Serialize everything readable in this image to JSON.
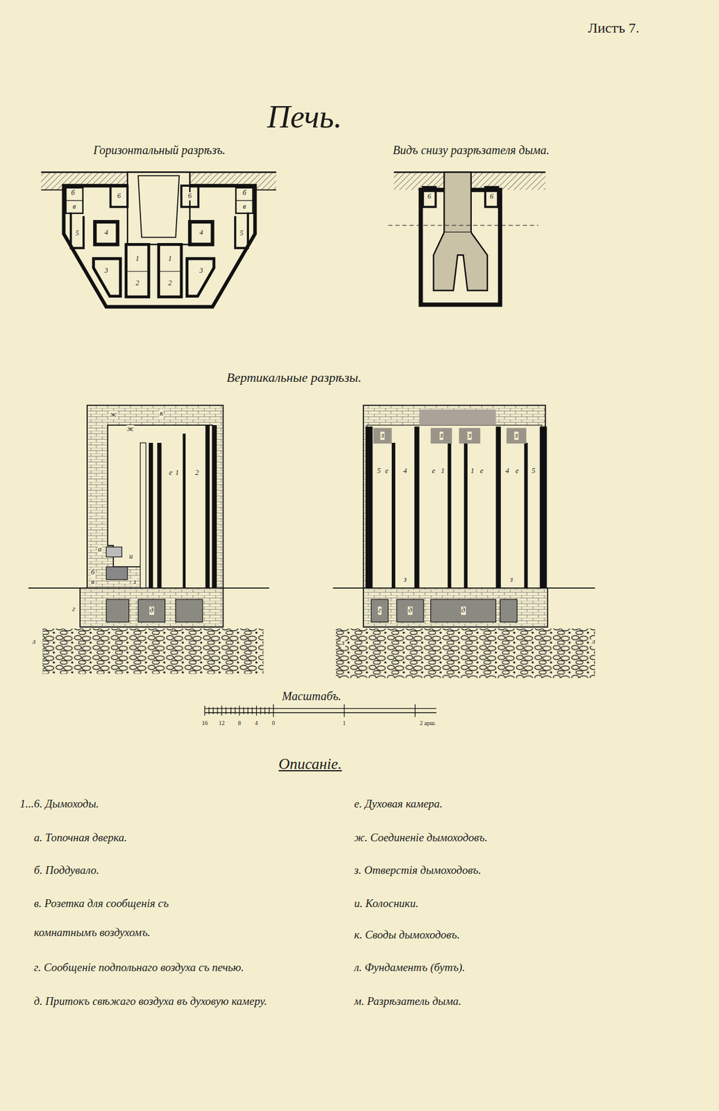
{
  "diagram": {
    "title": "Печь.",
    "labels": [
      "Листъ 7.",
      "Горизонтальный разрѣзъ.",
      "Видъ снизу разрѣзателя дыма.",
      "Вертикальные разрѣзы.",
      "б",
      "в",
      "6",
      "6",
      "б",
      "в",
      "5",
      "4",
      "4",
      "5",
      "1",
      "1",
      "2",
      "2",
      "3",
      "3",
      "6",
      "6",
      "ж",
      "к",
      "ж",
      "е",
      "1",
      "2",
      "а",
      "и",
      "б",
      "в",
      "з",
      "д",
      "г",
      "л",
      "з",
      "з",
      "з",
      "з",
      "5",
      "е",
      "4",
      "е",
      "1",
      "1",
      "е",
      "4",
      "е",
      "5",
      "з",
      "з",
      "г",
      "д",
      "д",
      "л",
      "л",
      "Масштабъ.",
      "16",
      "12",
      "8",
      "4",
      "0",
      "1",
      "2 арш.",
      "Описаніе.",
      "1...6. Дымоходы.",
      "а. Топочная дверка.",
      "б. Поддувало.",
      "в. Розетка для сообщенія съ комнатнымъ воздухомъ.",
      "г. Сообщеніе подпольнаго воздуха съ печью.",
      "д. Притокъ свѣжаго воздуха въ духовую камеру.",
      "е. Духовая камера.",
      "ж. Соединеніе дымоходовъ.",
      "з. Отверстія дымоходовъ.",
      "и. Колосники.",
      "к. Своды дымоходовъ.",
      "л. Фундаментъ (бутъ).",
      "м. Разрѣзатель дыма."
    ]
  }
}
